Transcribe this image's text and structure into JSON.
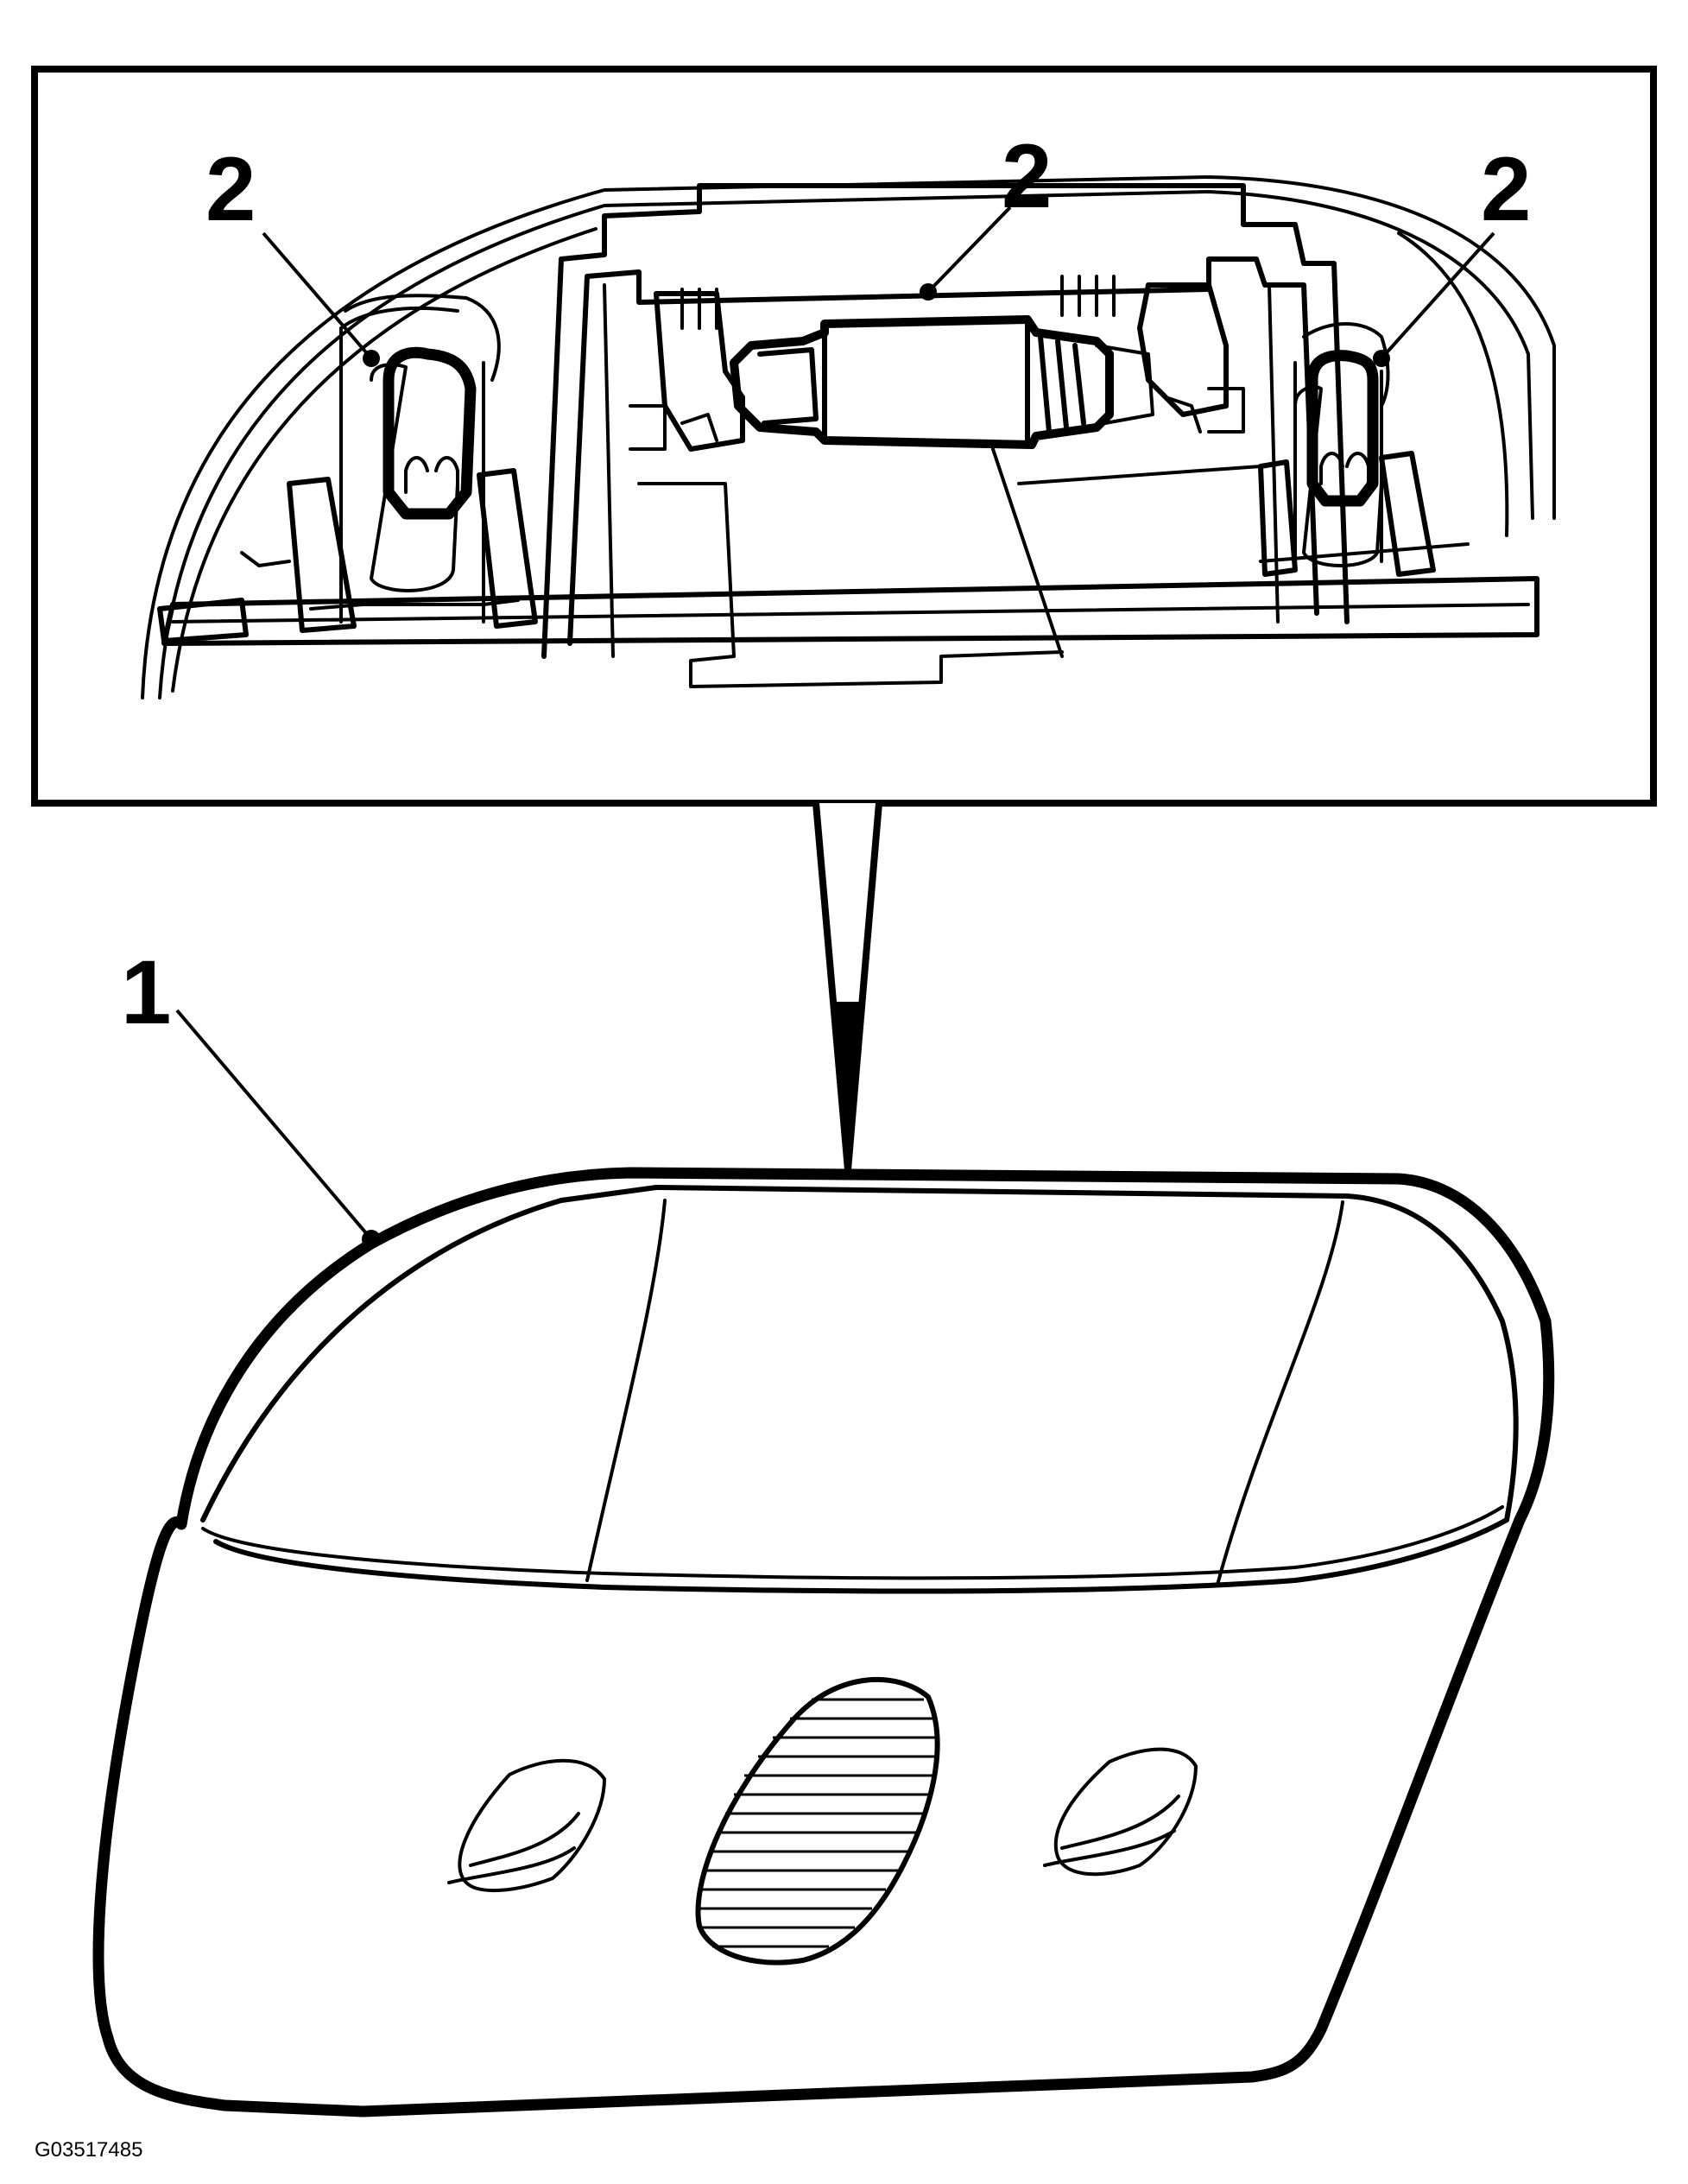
{
  "callouts": {
    "housing": "1",
    "bulb_left": "2",
    "bulb_center": "2",
    "bulb_right": "2"
  },
  "figure_id": "G03517485"
}
